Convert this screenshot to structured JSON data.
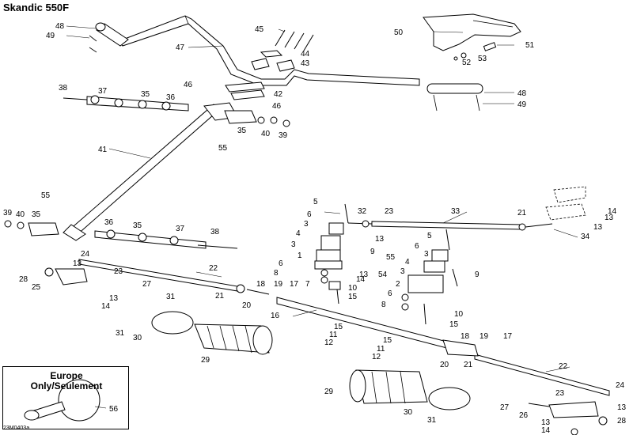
{
  "header": {
    "title": "Skandic 550F"
  },
  "footer": {
    "figure_code": "23M0403a"
  },
  "europe_box": {
    "line1": "Europe",
    "line2": "Only/Seulement",
    "part": "56"
  },
  "callouts": {
    "c48a": "48",
    "c49a": "49",
    "c47": "47",
    "c45": "45",
    "c44": "44",
    "c43": "43",
    "c42": "42",
    "c46a": "46",
    "c46b": "46",
    "c50": "50",
    "c51": "51",
    "c52": "52",
    "c53": "53",
    "c48b": "48",
    "c49b": "49",
    "c38a": "38",
    "c37a": "37",
    "c35a": "35",
    "c36a": "36",
    "c35b": "35",
    "c40a": "40",
    "c39a": "39",
    "c55a": "55",
    "c41": "41",
    "c55b": "55",
    "c39b": "39",
    "c40b": "40",
    "c35c": "35",
    "c36b": "36",
    "c35d": "35",
    "c37b": "37",
    "c38b": "38",
    "c5a": "5",
    "c32": "32",
    "c23a": "23",
    "c33": "33",
    "c21a": "21",
    "c14a": "14",
    "c13a": "13",
    "c13b": "13",
    "c34": "34",
    "c6a": "6",
    "c3a": "3",
    "c4a": "4",
    "c13c": "13",
    "c3b": "3",
    "c9a": "9",
    "c5b": "5",
    "c6b": "6",
    "c3c": "3",
    "c55c": "55",
    "c4b": "4",
    "c1": "1",
    "c6c": "6",
    "c8a": "8",
    "c14b": "14",
    "c13d": "13",
    "c54": "54",
    "c3d": "3",
    "c9b": "9",
    "c2": "2",
    "c7": "7",
    "c10a": "10",
    "c15a": "15",
    "c6d": "6",
    "c8b": "8",
    "c10b": "10",
    "c15b": "15",
    "c24a": "24",
    "c13e": "13",
    "c28a": "28",
    "c23b": "23",
    "c25": "25",
    "c27a": "27",
    "c13f": "13",
    "c14c": "14",
    "c22a": "22",
    "c21b": "21",
    "c20a": "20",
    "c18a": "18",
    "c19a": "19",
    "c17a": "17",
    "c31a": "31",
    "c16": "16",
    "c15c": "15",
    "c11a": "11",
    "c12a": "12",
    "c31b": "31",
    "c30a": "30",
    "c29a": "29",
    "c15d": "15",
    "c11b": "11",
    "c12b": "12",
    "c18b": "18",
    "c19b": "19",
    "c17b": "17",
    "c20b": "20",
    "c21c": "21",
    "c22b": "22",
    "c29b": "29",
    "c23c": "23",
    "c24b": "24",
    "c27b": "27",
    "c26": "26",
    "c13g": "13",
    "c30b": "30",
    "c31c": "31",
    "c13h": "13",
    "c28b": "28",
    "c14d": "14"
  }
}
